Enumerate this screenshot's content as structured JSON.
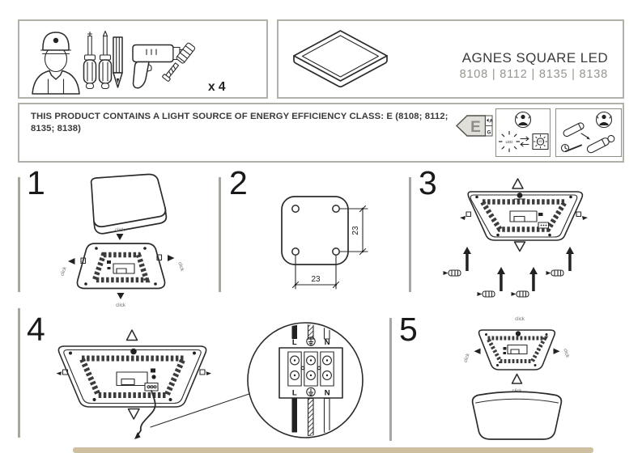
{
  "page": {
    "background": "#ffffff",
    "line_color": "#2b2b2b",
    "box_border_color": "#b1b0a9",
    "divider_color": "#a7a69f",
    "footer_bar_color": "#cdbfa0"
  },
  "header": {
    "tools_box": {
      "quantity_label": "x 4",
      "icons": [
        "installer-icon",
        "phillips-screwdriver-icon",
        "flat-screwdriver-icon",
        "pencil-icon",
        "drill-icon",
        "wall-plug-screw-icon"
      ]
    },
    "product_box": {
      "title": "AGNES SQUARE LED",
      "models": "8108 | 8112 | 8135 | 8138"
    }
  },
  "energy_notice": {
    "text": "THIS PRODUCT CONTAINS A LIGHT SOURCE OF ENERGY EFFICIENCY CLASS: E (8108; 8112; 8135; 8138)",
    "efficiency_class": "E",
    "scale_top": "A",
    "scale_bottom": "G",
    "led_label": "LED"
  },
  "steps": {
    "s1": {
      "number": "1",
      "click_label": "click"
    },
    "s2": {
      "number": "2",
      "dim_width": "23",
      "dim_height": "23"
    },
    "s3": {
      "number": "3"
    },
    "s4": {
      "number": "4",
      "terminal": {
        "live": "L",
        "neutral": "N"
      }
    },
    "s5": {
      "number": "5",
      "click_label": "click"
    }
  }
}
